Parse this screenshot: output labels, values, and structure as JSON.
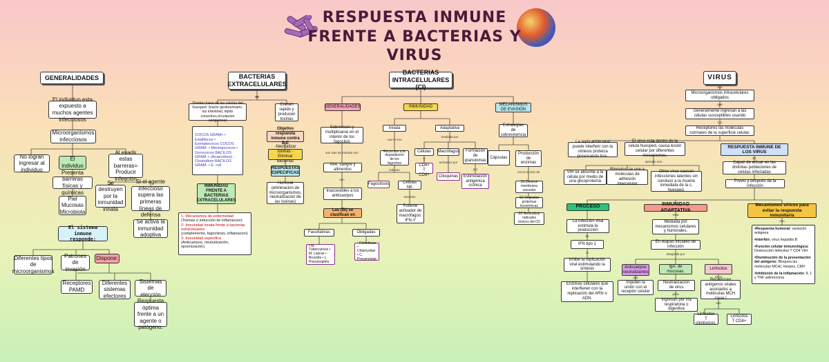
{
  "title": {
    "line1": "RESPUESTA INMUNE",
    "line2": "FRENTE A BACTERIAS Y VIRUS"
  },
  "colors": {
    "pink": "#f5a3b4",
    "yellow": "#f7d64a",
    "teal": "#b7e6ec",
    "green": "#bde9b5",
    "blue": "#cfe0fa",
    "salmon": "#f39a8c",
    "orange": "#f6b06e",
    "violet": "#d79be6",
    "lightblue": "#d6ecff",
    "sgreen": "#2fc17a",
    "gold": "#f5c542"
  },
  "gen": {
    "header": "GENERALIDADES",
    "n1": "El individuo esta expuesto a muchos agentes infecciosos",
    "n2": "Microorganismos infecciosos",
    "n3": "No logran ingresar al individuo",
    "n4": "El individuo",
    "n5": "Al evadir estas barreras= Producir infección",
    "n6": "Presenta barreras físicas y químicas",
    "n7": "Piel Mucosas Microbiota",
    "n8": "Se destruyen por la inmunidad innata",
    "n9": "Si el agente infeccioso supera las primeras líneas de defensa",
    "n10": "Se activa la inmunidad adoptiva",
    "n11": "El sistema inmune responde:",
    "n12": "Diferentes tipos de microorganismos",
    "n13": "Patrones de invasión",
    "n14": "Dispone:",
    "n15": "Receptores PAMD",
    "n16": "Diferentes sistemas efectores",
    "n17": "Sistemas de elección",
    "n18": "Respuesta óptima frente a un agente o patógeno."
  },
  "ext": {
    "header": "BACTERIAS EXTRACELULARES",
    "se": "SE",
    "n1": "Dividen fuera de las celulas del huesped: (tracto genitourinario, luz intestinal, tejido conectivo,circulacion sanguinea)",
    "n2": "Crecen rapido y producen toxinas",
    "n3": "COCOS GRAM+ • Estafilocos • Estreptococos COCOS GRAM- • Meningococos • Gonococos BACILOS GRAM + (Anaerobios) -Clostridium BACILOS GRAM- • E. coli",
    "n4": "Objetivo respuesta inmune contra B.E",
    "n5": "-Neutralizar toxinas -Eliminar bacterias",
    "n6": "RESPUESTAS ESPECIFICAS",
    "n7": "Humoral (eliminacion de microorganismos, neutralizacion de las toxinas)",
    "n8": "INMUNIDAD FRENTE A BACTERIAS EXTRACELULARES",
    "n9a": "1- Mecanismos de enfermedad",
    "n9b": "(Toxinas e inducción de inflamacion)",
    "n9c": "2- Inmunidad innata frente a bacterias extracelulares",
    "n9d": "(complemento, fagocitosis, inflamacion)",
    "n9e": "3- Inmunidad especifica",
    "n9f": "(Anticuerpos, neutralización, opsonizacion)"
  },
  "int": {
    "header": "BACTERIAS INTRACELULARES (CI)",
    "gen": "GENERALIDADES",
    "inm": "INMUNIDAD",
    "mec": "MECANISMOS DE EVASIÓN",
    "g1": "Sobreviven y multiplicarse en el interior de los fagocitos",
    "gl1": "sus vías de entrada son",
    "g2": "Aire, sangre y alimentos",
    "gl2": "son",
    "g3": "Inaccesibles a los anticuerpos",
    "g4": "Las (BI) se clasifican en",
    "g5": "Facultativas",
    "g6": "Obligadas",
    "g7": "• M. Tuberculosis • M. Leprae • Brucella • L. Pneumophila",
    "g8": "• Rickettsiae • Chlamydiae • C. Pneumoniae",
    "i1": "Innata",
    "i2": "Adaptativa",
    "il1": "Las FI son",
    "il2": "mediada por",
    "i3": "Recientes a la degradación de los fagocitos",
    "il3": "inducen",
    "i4": "Fagocitosis",
    "i5": "Células NK",
    "il4": "secretan",
    "i6": "Potente activador de macrófagos: IFN-Y",
    "i7": "Células",
    "i8": "T CD4+ T CD8+",
    "i9": "Macrófagos",
    "il5": "activados por",
    "i10": "Citoquinas",
    "i11": "Formación de granulomas",
    "il6": "por",
    "i12": "Estimulación antigénica crónica",
    "m1": "Estrategias de sobrevivencia",
    "m2": "Cápsulas",
    "m3": "Producción de enzimas",
    "ml1": "con la acción de",
    "m4": "S1 Destruir membrana vacuolar",
    "m5": "S2 Degradar proteínas lisosómicas",
    "m6": "S3 Neutralizar radicales tóxicos del O2"
  },
  "vir": {
    "header": "VIRUS",
    "son": "son",
    "v1": "Microorganismos intracelulares obligados",
    "que": "que",
    "v2": "Generalmente ingresan a las células susceptibles usando",
    "los": "los",
    "v3": "Receptores las moléculas normales de la superficie celular.",
    "v4": "La replicación viral puede interferir con la síntesis proteica provocando lisis.",
    "v5": "El virus esta dentro de la celula huesped, causa lesión celular por diferentes mecanismos.",
    "v6": "RESPUESTA INMUNE DE LOS VIRUS",
    "ej": "ejemplo son",
    "v7": "VIH se absorbe a la célula por medio de una glicoproteína",
    "v8": "Rinovirus se une a moléculas de adhesión intercelular",
    "v9": "Otros virus causan infecciones latentes sin conducir a la muerte inmediata de la c. huesped.",
    "es": "Es",
    "v10": "Capaz de actuar en las distintas poblaciones de células infectadas",
    "v11": "Previo y después de la infección",
    "p0": "PROCESO",
    "p1": "La infección viral estimula la producción",
    "de": "de",
    "p2": "IFN tipo 1",
    "al": "al",
    "p3": "Inhibe la replicación viral estimulando la síntesis",
    "p4": "Enzimas celulares que interfieren con la replicación del ARN o ADN.",
    "a0": "INMUNIDAD ADAPTATIVA",
    "esta": "esta",
    "a1": "Mediada por mecanismos celulares y humorales.",
    "a2": "En etapas iniciales de infección",
    "integr": "integrada por",
    "a3": "Anticuerpos neutralizantes",
    "a4": "IgA. de mucosas.",
    "a5": "Linfocitos",
    "que2": "que",
    "a6": "Impiden la unión con el receptor celular",
    "a7": "Neutralización de virus",
    "para": "para",
    "a8": "Ingresan por vía respiratoria o digestiva",
    "estos": "estos",
    "a9": "Reconocen antígenos virales asociados a moléculas MCH clase I",
    "son2": "son",
    "a10": "Linfocitos T citotóxicos.",
    "a11": "Linfocitos T CD8+",
    "e0": "Mecanismos víricos para evitar la respuesta inmunitaria",
    "son3": "son",
    "e1a": "•Respuesta humoral:",
    "e1b": " variación antigena",
    "e2a": "•Interfón:",
    "e2b": " virus hepatitis B",
    "e3a": "•Función celular inmunológica:",
    "e3b": " Destrucción linfocitos T CD4 VIH",
    "e4a": "•Disminución de la presentación del antígeno:",
    "e4b": " Bloquea las moléculas MCHI, Herpes, CMV",
    "e5a": "•Inhibición de la inflamación:",
    "e5b": " IL 1 y TNF ademovirus"
  }
}
